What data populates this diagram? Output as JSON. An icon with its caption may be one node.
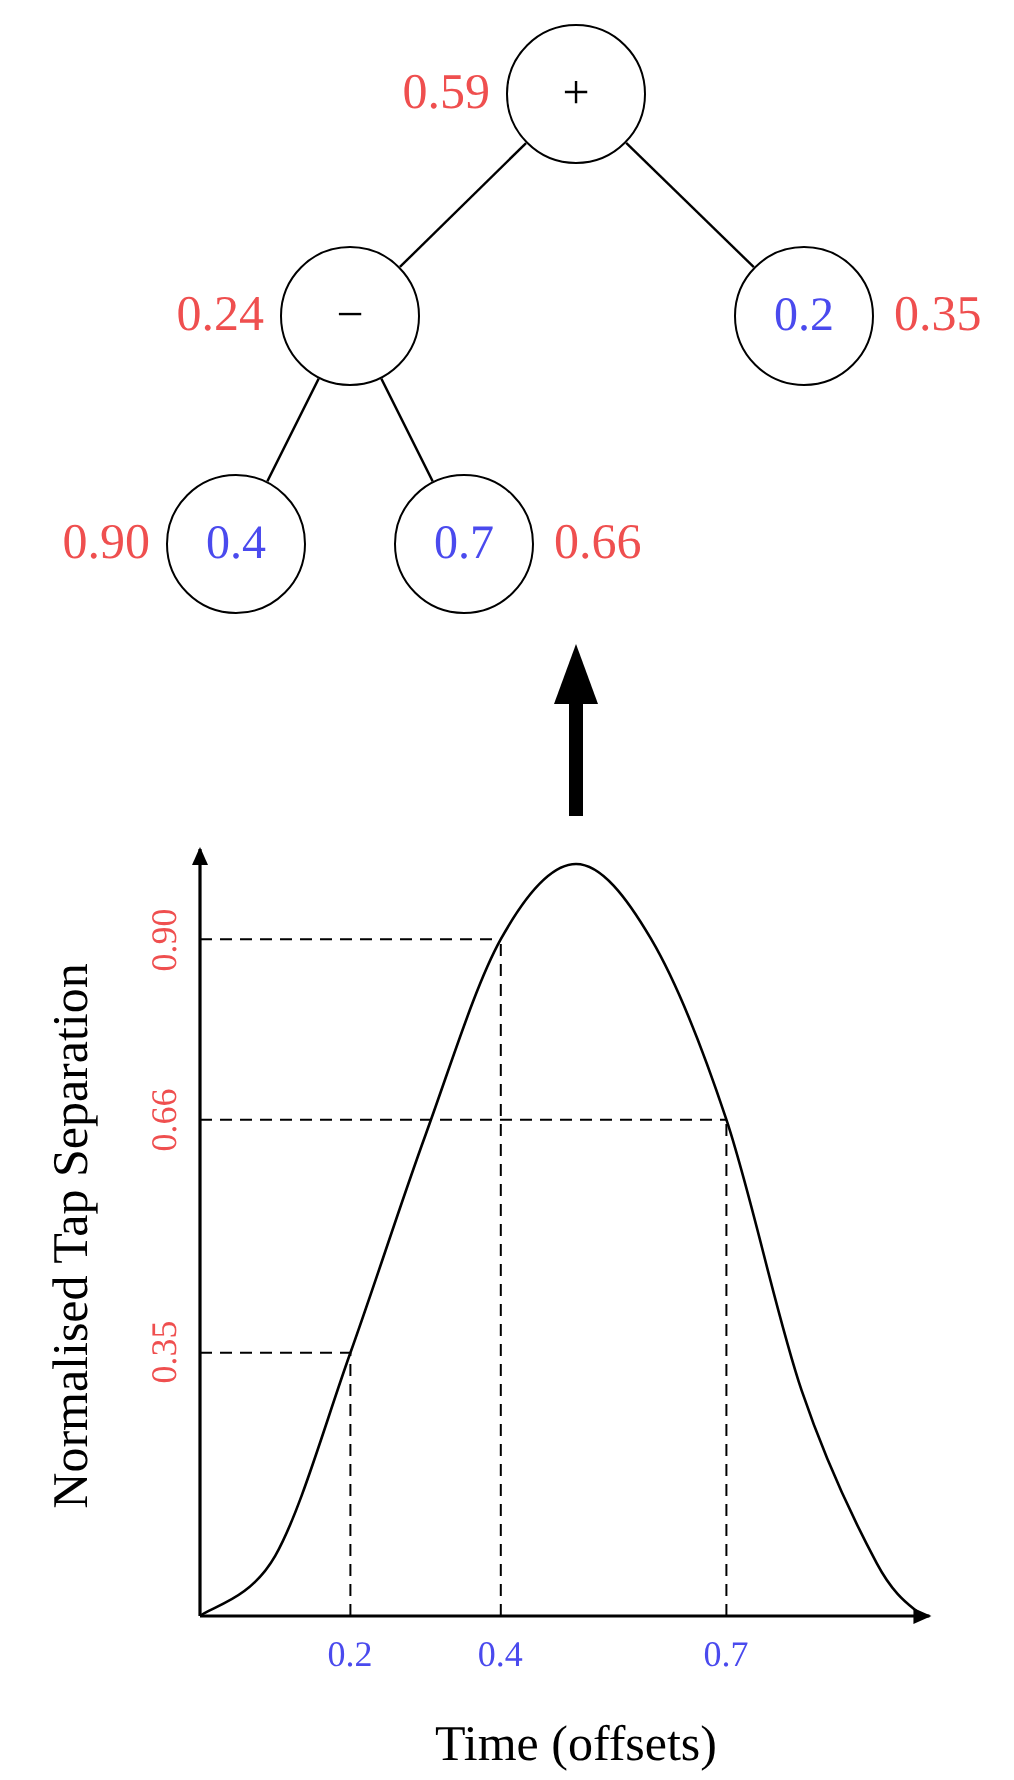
{
  "diagram": {
    "nodes": [
      {
        "text": [
          "+"
        ],
        "beside": [
          "0.59"
        ]
      },
      {
        "text": [
          "−"
        ],
        "beside": [
          "0.24"
        ]
      },
      {
        "text": [
          "0.2"
        ],
        "beside": [
          "0.35"
        ]
      },
      {
        "text": [
          "0.4"
        ],
        "beside": [
          "0.90"
        ]
      },
      {
        "text": [
          "0.7"
        ],
        "beside": [
          "0.66"
        ]
      }
    ],
    "edges": [
      {
        "from": 0,
        "to": 1,
        "arrow": "none"
      },
      {
        "from": 0,
        "to": 2,
        "arrow": "none"
      },
      {
        "from": 1,
        "to": 3,
        "arrow": "none"
      },
      {
        "from": 1,
        "to": 4,
        "arrow": "none"
      }
    ],
    "chart_data": {
      "type": "line",
      "xlabel": "Time (offsets)",
      "ylabel": "Normalised Tap Separation",
      "x": [
        0,
        0.1,
        0.2,
        0.3,
        0.4,
        0.5,
        0.6,
        0.7,
        0.8,
        0.9,
        0.96
      ],
      "series": [
        {
          "color": "#000000",
          "values": [
            0,
            0.08,
            0.35,
            0.64,
            0.9,
            1.0,
            0.9,
            0.66,
            0.3,
            0.07,
            0
          ]
        }
      ],
      "xlim": [
        0,
        0.97
      ],
      "ylim": [
        0,
        1.02
      ],
      "xticks": [
        0.2,
        0.4,
        0.7
      ],
      "yticks": [
        0.35,
        0.66,
        {
          "value": 0.9,
          "label": "0.90"
        }
      ],
      "ref_lines": [
        {
          "axis": "y",
          "value": 0.35
        },
        {
          "axis": "y",
          "value": 0.66
        },
        {
          "axis": "y",
          "value": 0.9
        },
        {
          "axis": "x",
          "value": 0.2
        },
        {
          "axis": "x",
          "value": 0.4
        },
        {
          "axis": "x",
          "value": 0.7
        }
      ]
    }
  }
}
